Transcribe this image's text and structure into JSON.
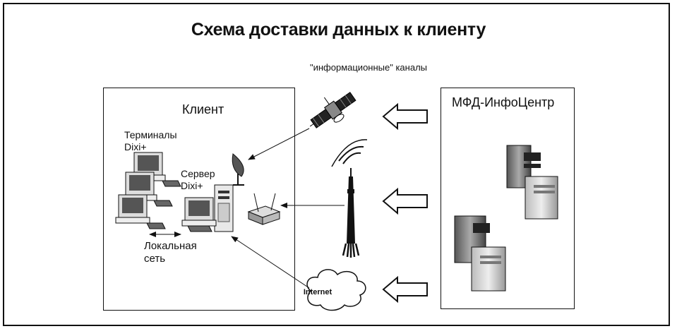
{
  "title": "Схема доставки данных к клиенту",
  "channels_label": "\"информационные\" каналы",
  "client": {
    "title": "Клиент",
    "terminals_label": "Терминалы\nDixi+",
    "server_label": "Сервер\nDixi+",
    "lan_label": "Локальная\nсеть"
  },
  "provider": {
    "title": "МФД-ИнфоЦентр"
  },
  "internet_label": "Internet",
  "icons": [
    "satellite-icon",
    "radio-tower-icon",
    "internet-cloud-icon",
    "server-rack-icon",
    "computer-icon",
    "satellite-dish-icon",
    "modem-icon",
    "block-arrow-left-icon"
  ]
}
